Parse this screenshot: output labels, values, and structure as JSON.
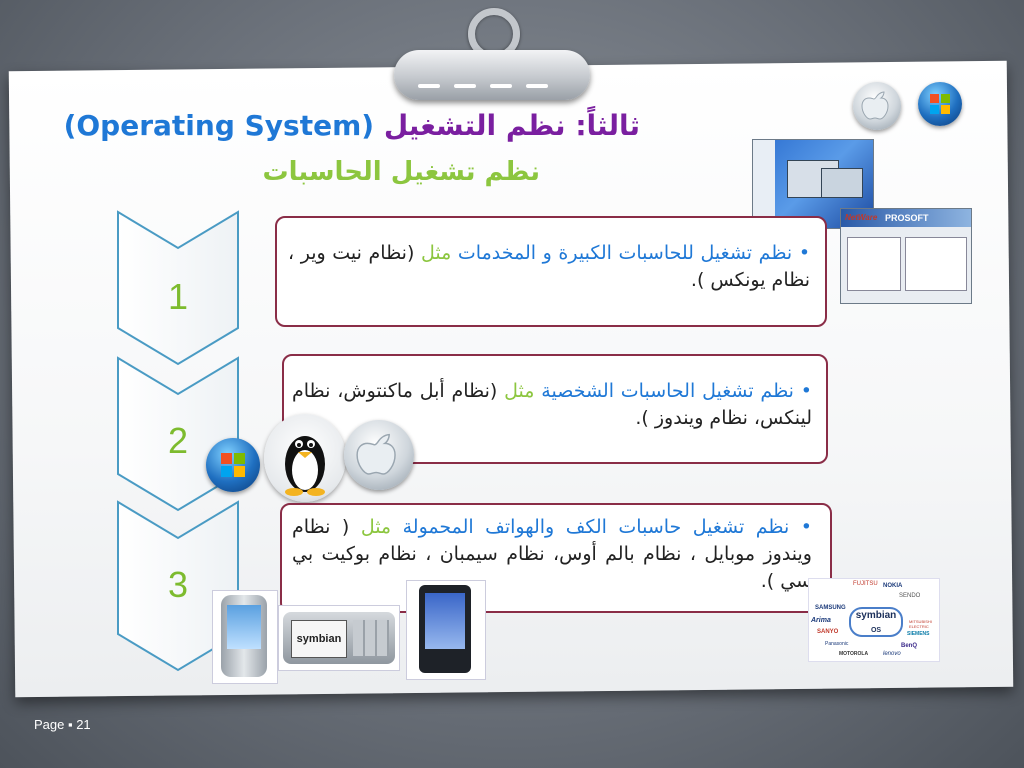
{
  "slide": {
    "title_en": "(Operating System)",
    "title_ar": "ثالثاً: نظم التشغيل",
    "subtitle": "نظم تشغيل الحاسبات"
  },
  "items": [
    {
      "number": "1",
      "lead": "نظم تشغيل للحاسبات الكبيرة و المخدمات",
      "example_word": "مثل",
      "rest": "(نظام نيت وير ، نظام يونكس )."
    },
    {
      "number": "2",
      "lead": "نظم تشغيل الحاسبات الشخصية",
      "example_word": "مثل",
      "rest": "(نظام أبل ماكنتوش، نظام لينكس، نظام ويندوز )."
    },
    {
      "number": "3",
      "lead": "نظم تشغيل حاسبات الكف والهواتف المحمولة",
      "example_word": "مثل",
      "rest": "( نظام ويندوز موبايل ، نظام بالم أوس، نظام سيمبان ، نظام بوكيت بي سي )."
    }
  ],
  "images": {
    "netware_brand": "NetWare",
    "prosoft_brand": "PROSOFT",
    "symbian_label": "symbian",
    "symbian_os_label": "symbian",
    "symbian_os_sub": "OS",
    "symbian_partners": [
      "FUJITSU",
      "NOKIA",
      "SAMSUNG",
      "Arima",
      "SANYO",
      "Panasonic",
      "MOTOROLA",
      "SIEMENS",
      "BenQ",
      "lenovo",
      "SENDO",
      "MITSUBISHI ELECTRIC"
    ]
  },
  "footer": {
    "page_label": "Page ▪ 21"
  },
  "colors": {
    "title_ar": "#7a1fa0",
    "title_en": "#1f78d6",
    "subtitle": "#8cc63f",
    "box_border": "#8a2d47",
    "chevron_stroke": "#4a9bc4",
    "number": "#7dbb2e"
  }
}
